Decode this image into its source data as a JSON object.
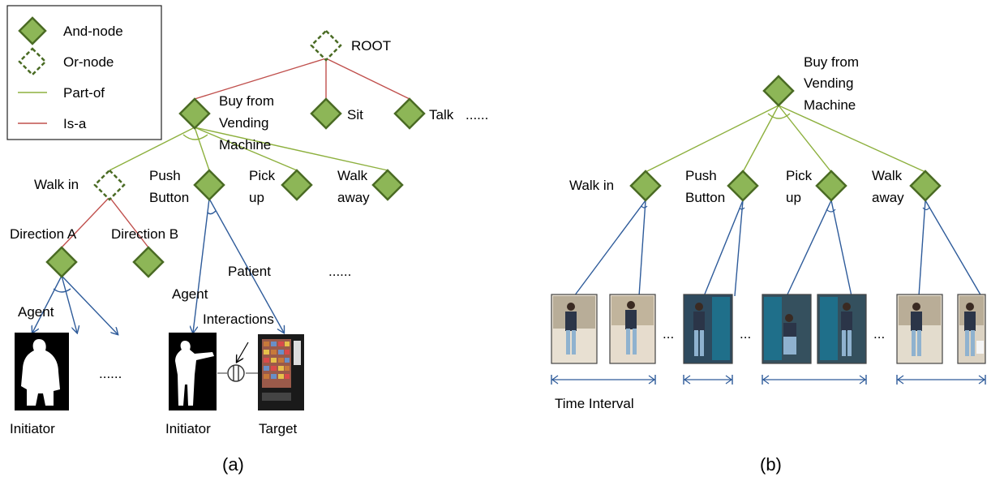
{
  "colors": {
    "and_fill": "#8DB657",
    "and_stroke": "#4A6B24",
    "or_stroke": "#4A6B24",
    "part_of": "#8DB03E",
    "is_a": "#C0504D",
    "arrow": "#2E5B9A"
  },
  "legend": {
    "and_node": "And-node",
    "or_node": "Or-node",
    "part_of": "Part-of",
    "is_a": "Is-a"
  },
  "panel_a": {
    "root": "ROOT",
    "buy": [
      "Buy from",
      "Vending",
      "Machine"
    ],
    "sit": "Sit",
    "talk": "Talk",
    "talk_more": "......",
    "walk_in": "Walk in",
    "push": [
      "Push",
      "Button"
    ],
    "pick": [
      "Pick",
      "up"
    ],
    "walk_away": [
      "Walk",
      "away"
    ],
    "dir_a": "Direction A",
    "dir_b": "Direction B",
    "agent1": "Agent",
    "agent2": "Agent",
    "patient": "Patient",
    "more_right": "......",
    "interactions": "Interactions",
    "more_mid": "......",
    "initiator1": "Initiator",
    "initiator2": "Initiator",
    "target": "Target",
    "caption": "(a)"
  },
  "panel_b": {
    "buy": [
      "Buy from",
      "Vending",
      "Machine"
    ],
    "walk_in": "Walk in",
    "push": [
      "Push",
      "Button"
    ],
    "pick": [
      "Pick",
      "up"
    ],
    "walk_away": [
      "Walk",
      "away"
    ],
    "ellipsis1": "...",
    "ellipsis2": "...",
    "ellipsis3": "...",
    "time_interval": "Time Interval",
    "caption": "(b)"
  }
}
